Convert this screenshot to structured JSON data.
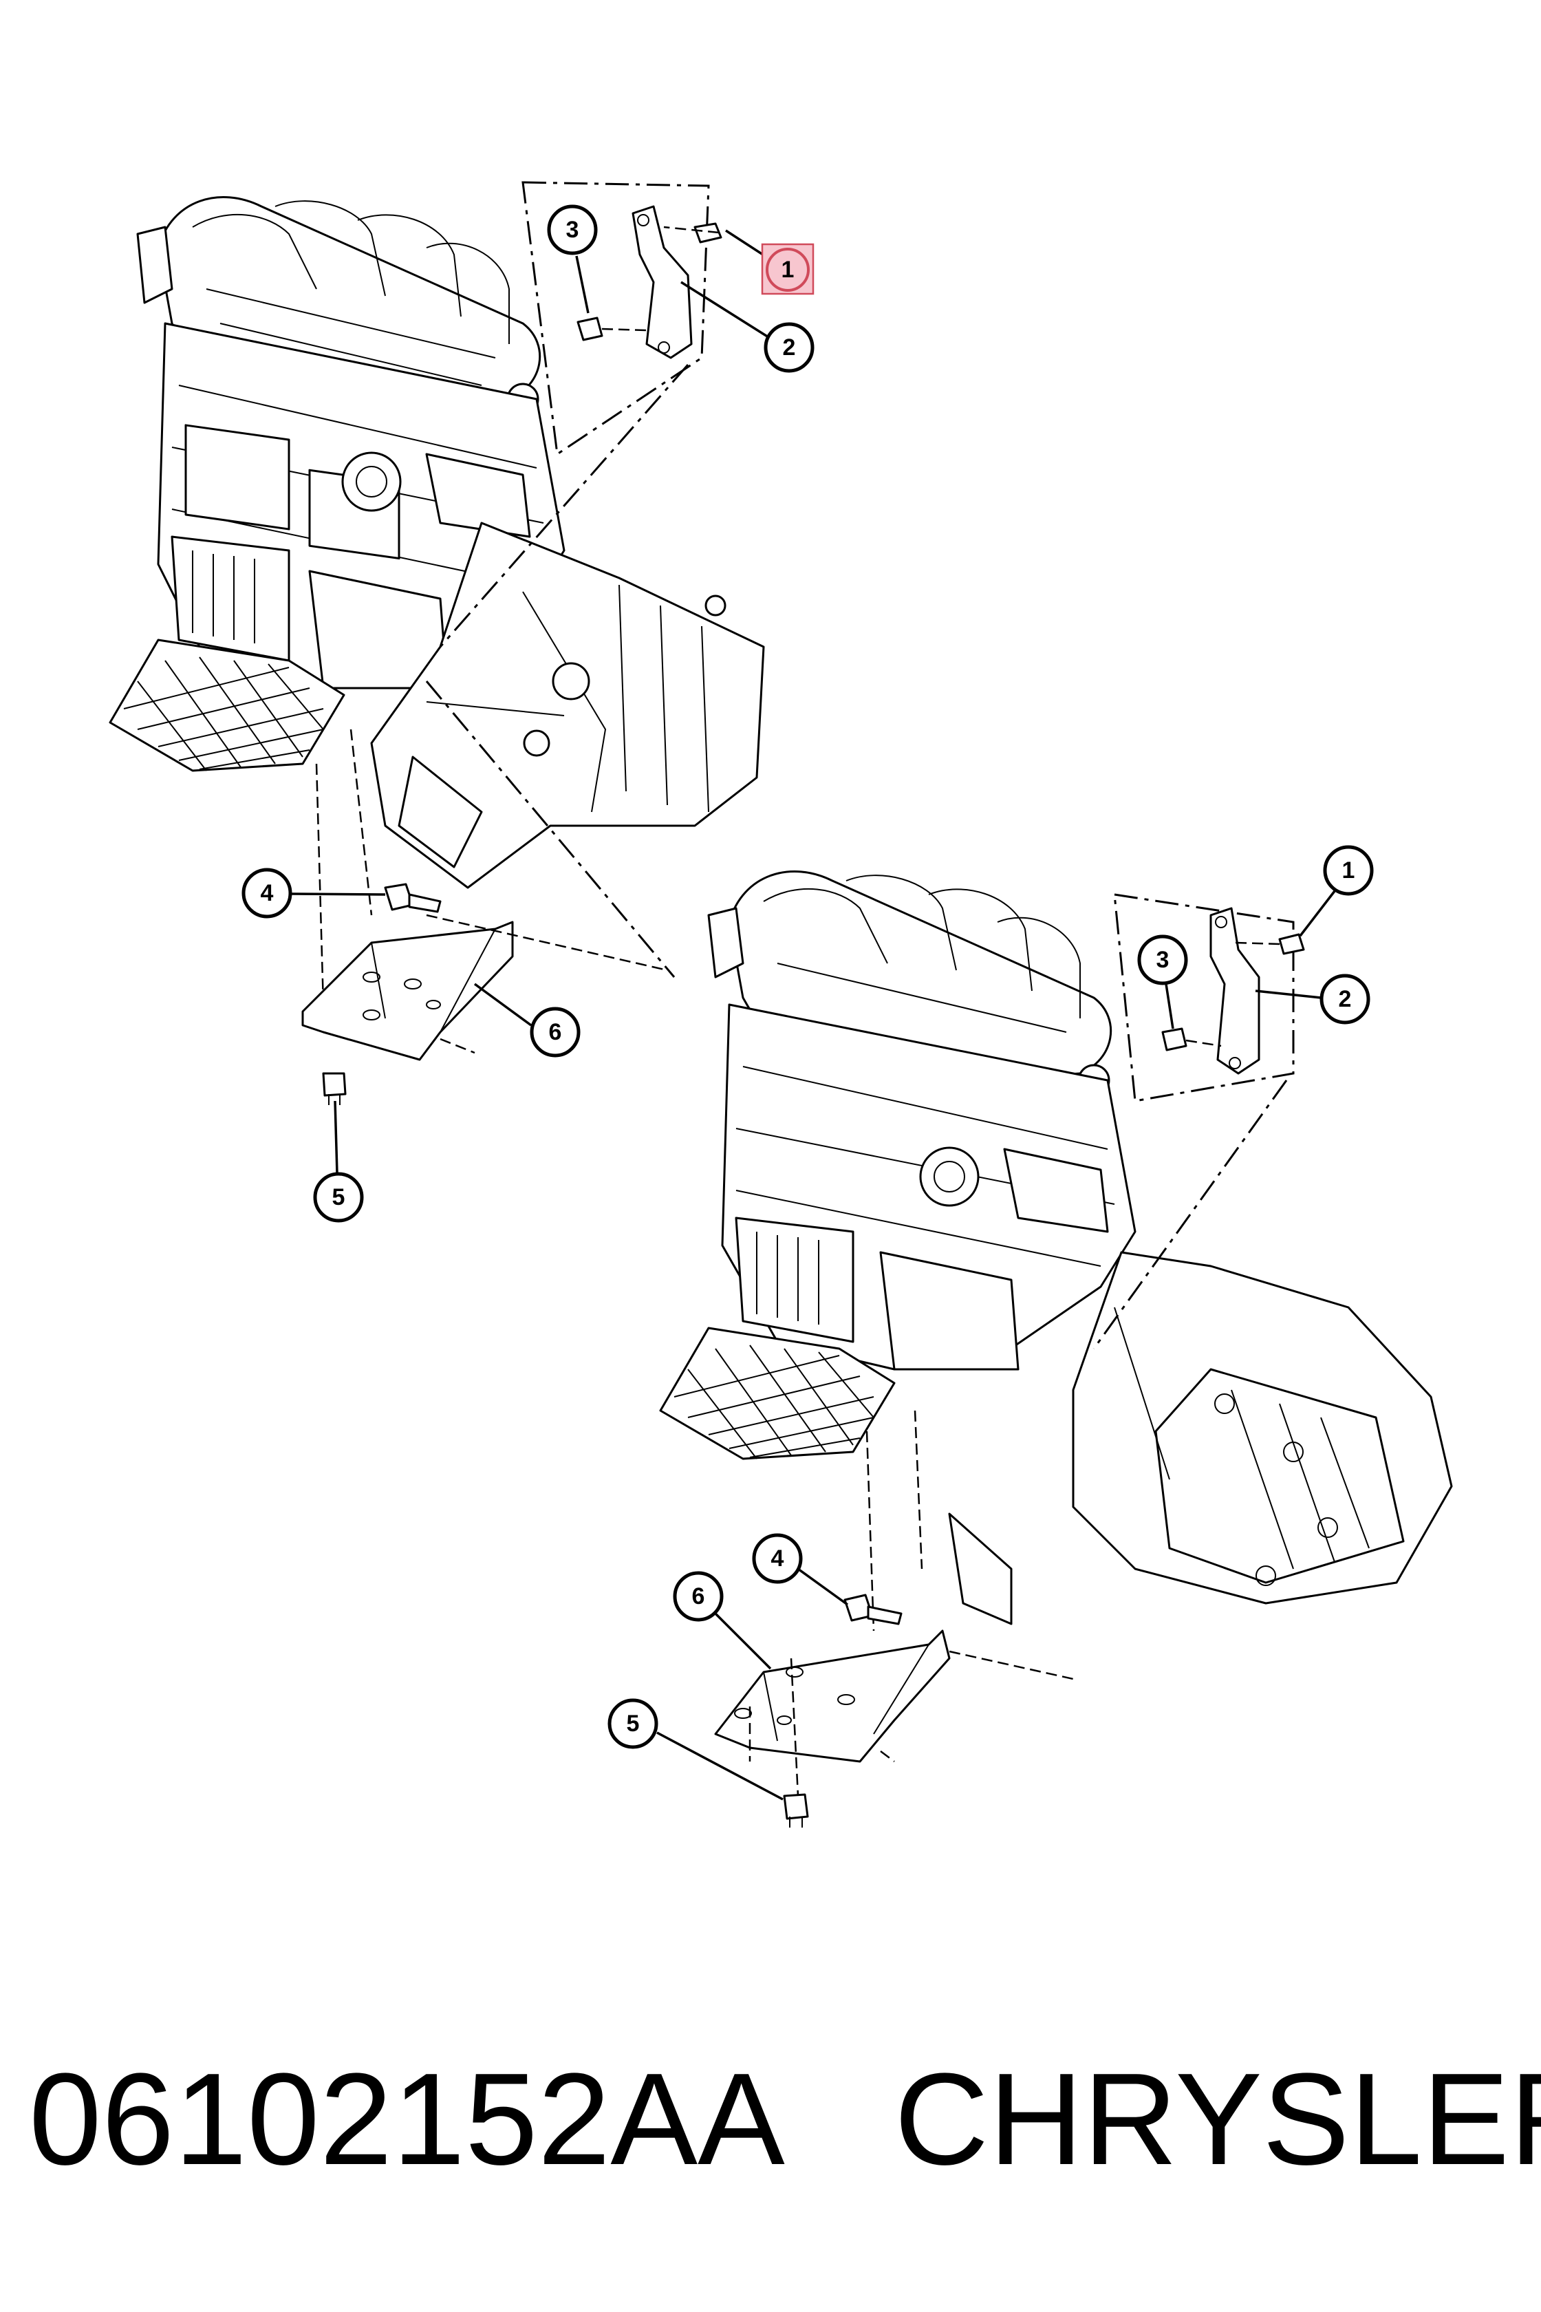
{
  "callouts": {
    "upper": [
      "1",
      "2",
      "3",
      "4",
      "5",
      "6"
    ],
    "lower": [
      "1",
      "2",
      "3",
      "4",
      "5",
      "6"
    ]
  },
  "highlight_color": "#f7c6cf",
  "highlight_stroke": "#d04a5a",
  "caption": {
    "part_number": "06102152AA",
    "brand": "CHRYSLER"
  }
}
